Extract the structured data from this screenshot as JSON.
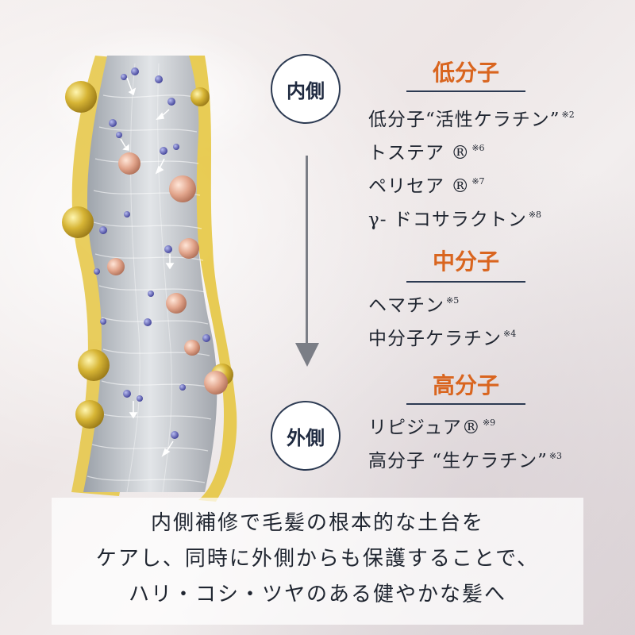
{
  "labels": {
    "inner": "内側",
    "outer": "外側"
  },
  "groups": [
    {
      "title": "低分子",
      "items": [
        {
          "name": "低分子“活性ケラチン”",
          "note": "※2"
        },
        {
          "name": "トステア ®",
          "note": "※6"
        },
        {
          "name": "ペリセア ®",
          "note": "※7"
        },
        {
          "name": "γ- ドコサラクトン",
          "note": "※8"
        }
      ]
    },
    {
      "title": "中分子",
      "items": [
        {
          "name": "ヘマチン",
          "note": "※5"
        },
        {
          "name": "中分子ケラチン",
          "note": "※4"
        }
      ]
    },
    {
      "title": "高分子",
      "items": [
        {
          "name": "リピジュア®",
          "note": "※9"
        },
        {
          "name": "高分子 “生ケラチン”",
          "note": "※3"
        }
      ]
    }
  ],
  "caption": [
    "内側補修で毛髪の根本的な土台を",
    "ケアし、同時に外側からも保護することで、",
    "ハリ・コシ・ツヤのある健やかな髪へ"
  ],
  "colors": {
    "accent": "#d9651f",
    "navy": "#2c3a52",
    "gold": "#d8b830",
    "molecule_blue": "#5a5fb0",
    "molecule_pink": "#e0a089"
  }
}
